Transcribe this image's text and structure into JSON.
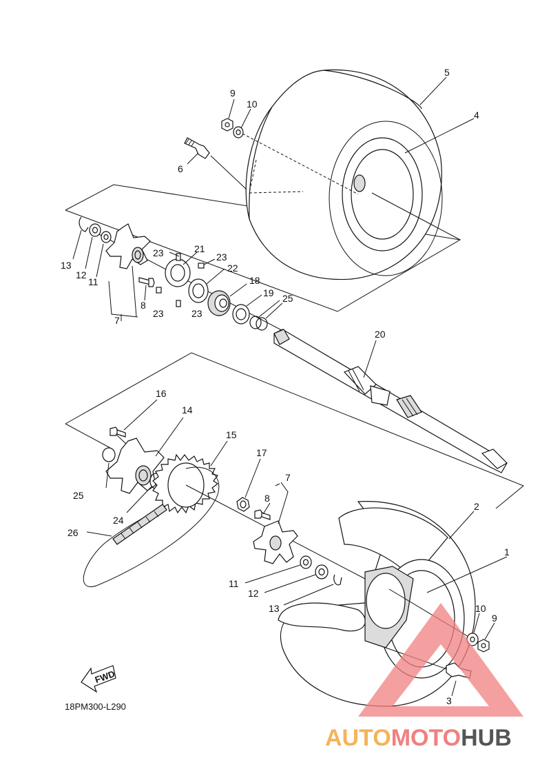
{
  "diagram_code": "18PM300-L290",
  "fwd_label": "FWD",
  "watermark": {
    "part1": "AUTO",
    "part2": "MOTO",
    "part3": "HUB",
    "color1": "#f5b35a",
    "color2": "#f08080",
    "color3": "#555555",
    "triangle_color": "#f08080"
  },
  "labels": {
    "p1": "1",
    "p2": "2",
    "p3": "3",
    "p4": "4",
    "p5": "5",
    "p6": "6",
    "p7a": "7",
    "p7b": "7",
    "p8a": "8",
    "p8b": "8",
    "p9a": "9",
    "p9b": "9",
    "p10a": "10",
    "p10b": "10",
    "p11a": "11",
    "p11b": "11",
    "p12a": "12",
    "p12b": "12",
    "p13a": "13",
    "p13b": "13",
    "p14": "14",
    "p15": "15",
    "p16": "16",
    "p17": "17",
    "p18": "18",
    "p19": "19",
    "p20": "20",
    "p21": "21",
    "p22": "22",
    "p23a": "23",
    "p23b": "23",
    "p23c": "23",
    "p23d": "23",
    "p24": "24",
    "p25a": "25",
    "p25b": "25",
    "p26": "26"
  }
}
